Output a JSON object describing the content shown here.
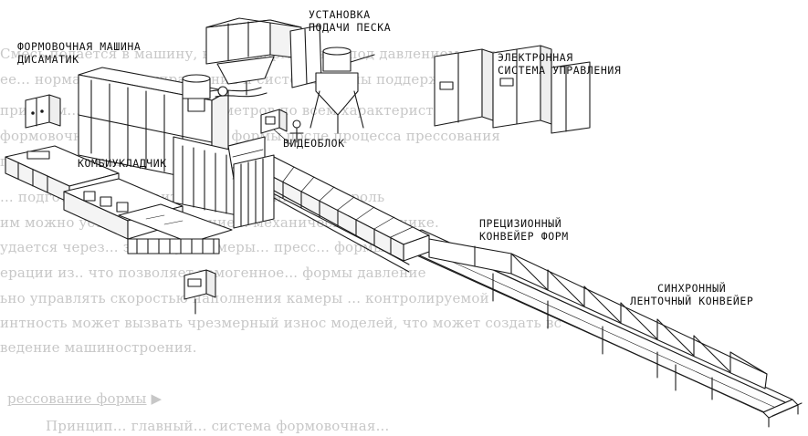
{
  "labels": {
    "sand_unit": [
      "УСТАНОВКА",
      "ПОДАЧИ ПЕСКА"
    ],
    "molding_machine": [
      "ФОРМОВОЧНАЯ МАШИНА",
      "ДИСАМАТИК"
    ],
    "control_system": [
      "ЭЛЕКТРОННАЯ",
      "СИСТЕМА УПРАВЛЕНИЯ"
    ],
    "video_unit": "ВИДЕОБЛОК",
    "core_setter": "КОМБИУКЛАДЧИК",
    "precision_conveyor": [
      "ПРЕЦИЗИОННЫЙ",
      "КОНВЕЙЕР ФОРМ"
    ],
    "belt_conveyor": [
      "СИНХРОННЫЙ",
      "ЛЕНТОЧНЫЙ КОНВЕЙЕР"
    ]
  },
  "colors": {
    "ink": "#1a1a1a",
    "ghost": "#9a9a9a"
  }
}
